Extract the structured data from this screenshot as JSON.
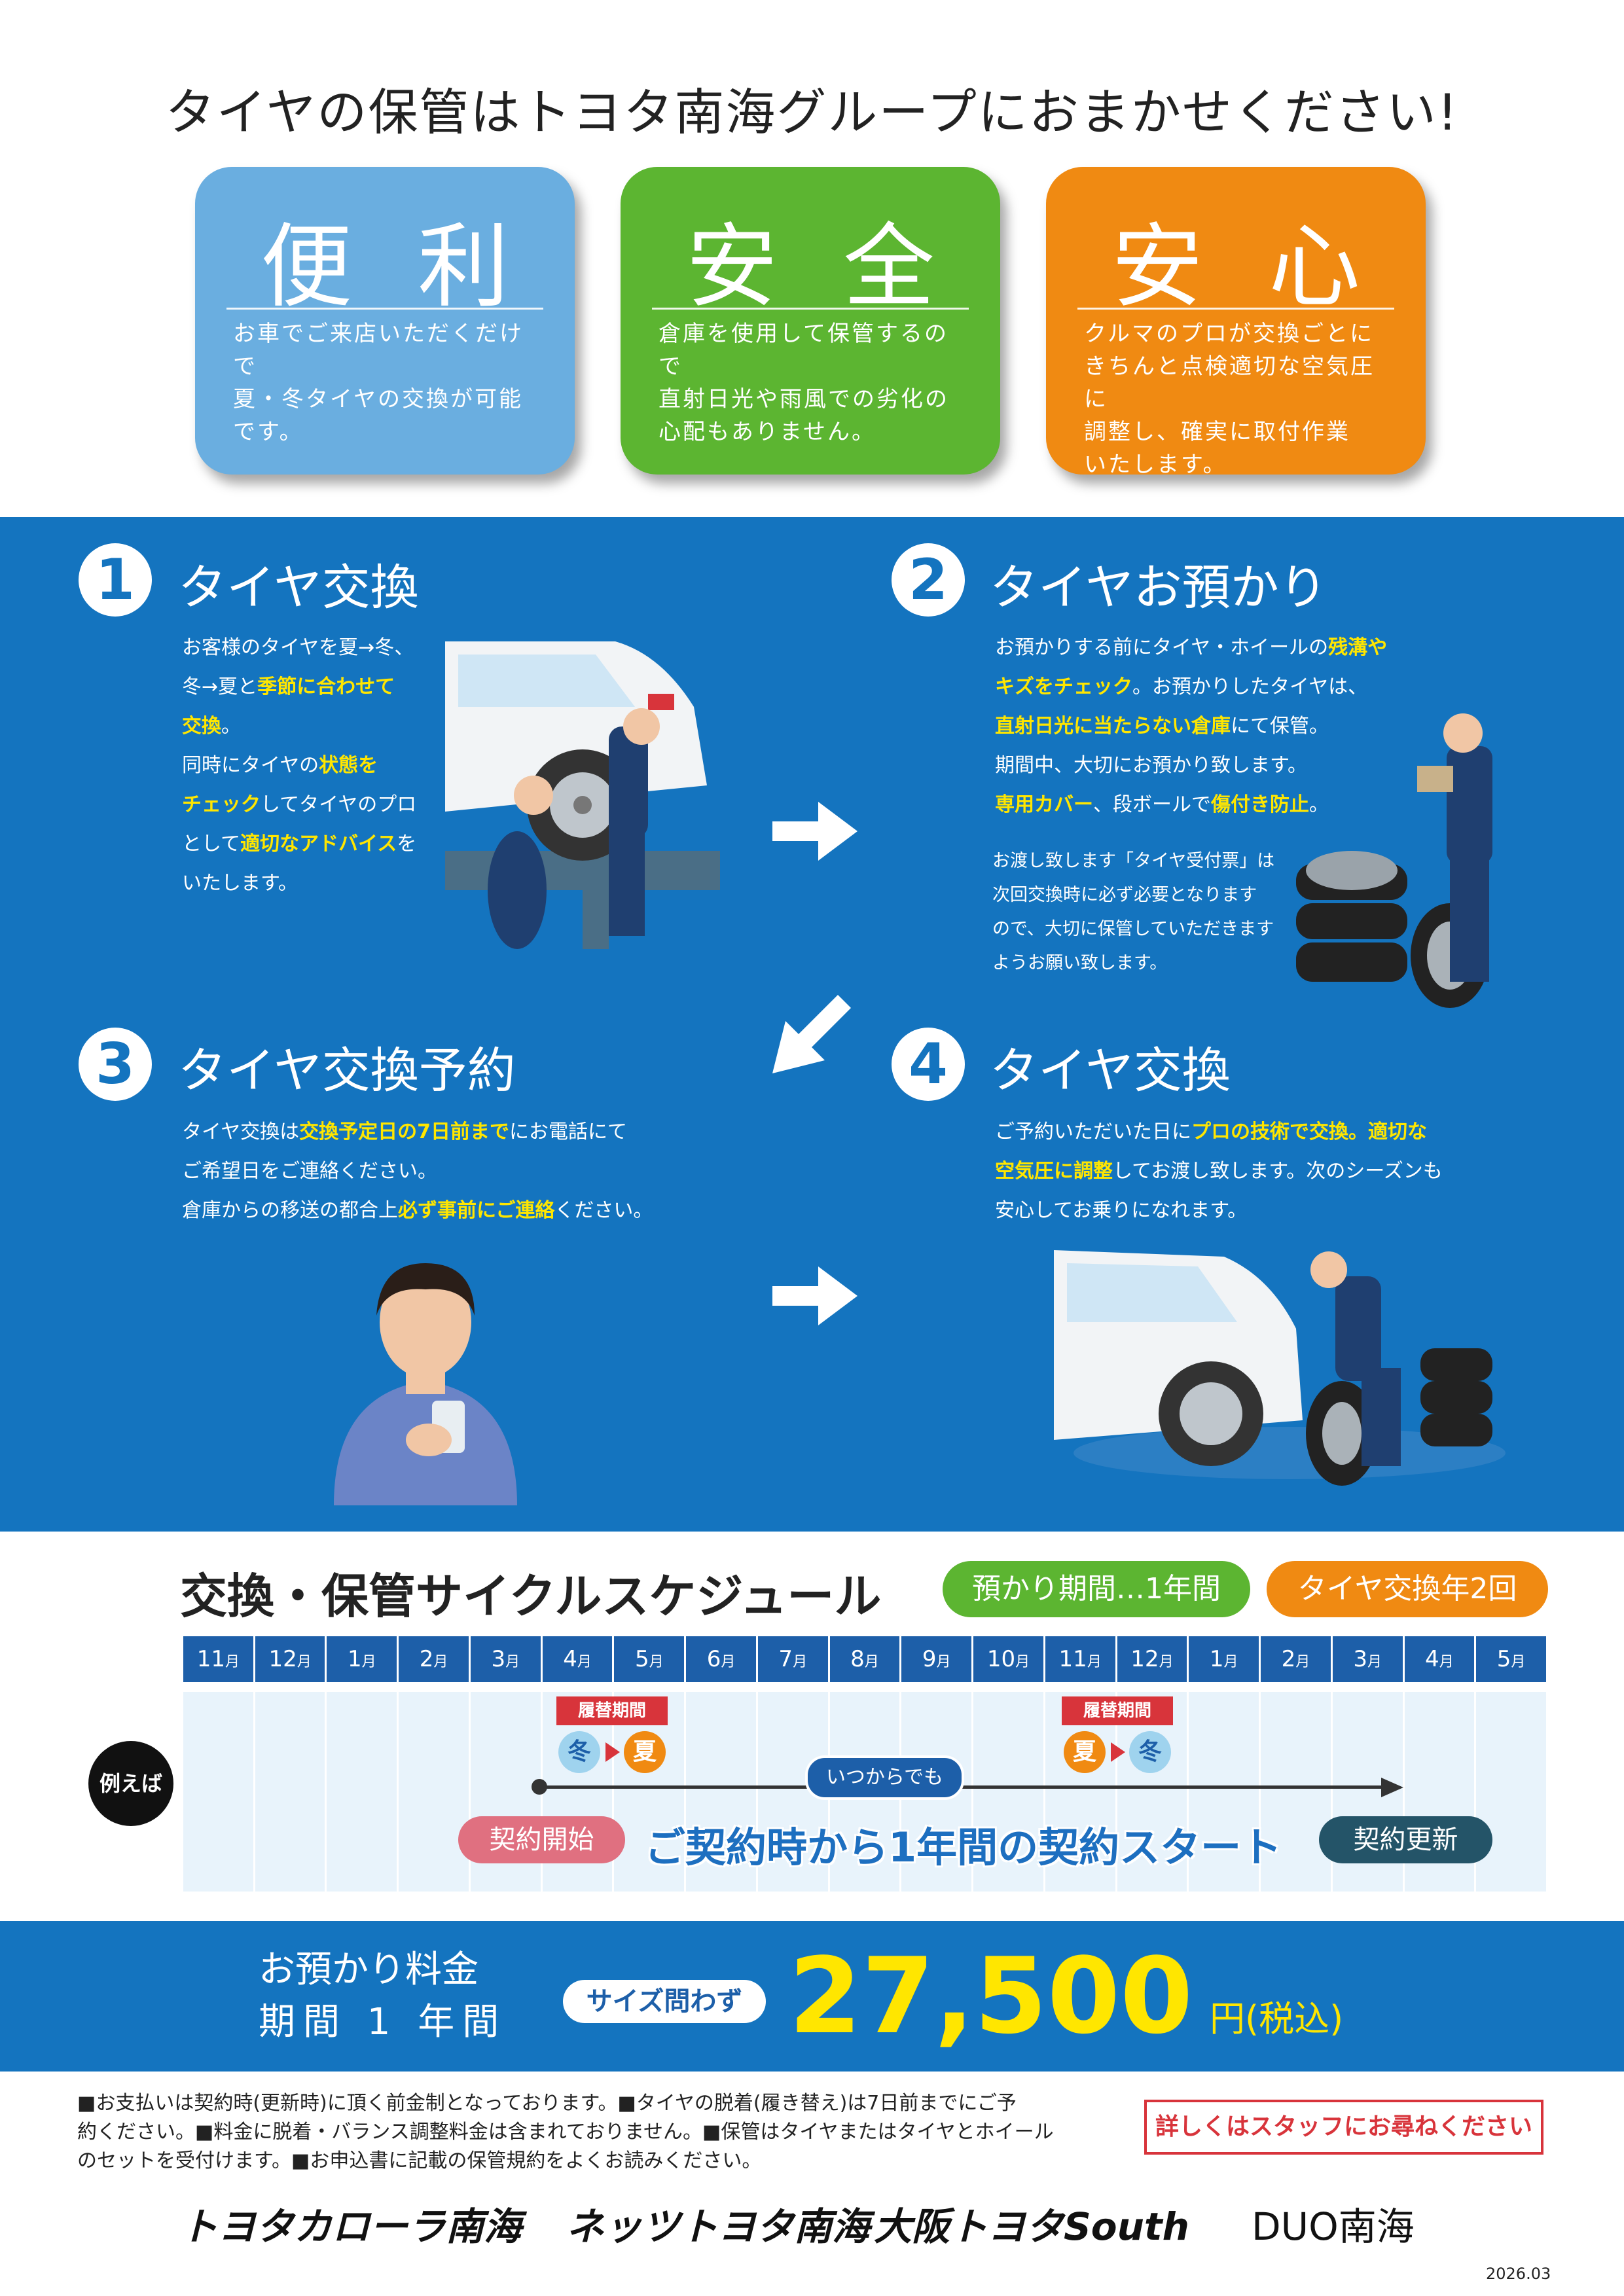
{
  "headline": "タイヤの保管はトヨタ南海グループにおまかせください!",
  "cards": [
    {
      "title": "便利",
      "desc1": "お車でご来店いただくだけで",
      "desc2": "夏・冬タイヤの交換が可能",
      "desc3": "です。",
      "desc4": "",
      "color": "#6aaee0"
    },
    {
      "title": "安全",
      "desc1": "倉庫を使用して保管するので",
      "desc2": "直射日光や雨風での劣化の",
      "desc3": "心配もありません。",
      "desc4": "",
      "color": "#5cb531"
    },
    {
      "title": "安心",
      "desc1": "クルマのプロが交換ごとに",
      "desc2": "きちんと点検適切な空気圧に",
      "desc3": "調整し、確実に取付作業",
      "desc4": "いたします。",
      "color": "#f08a12"
    }
  ],
  "steps": {
    "s1": {
      "num": "1",
      "title": "タイヤ交換",
      "l1a": "お客様のタイヤを夏→冬、",
      "l2a": "冬→夏と",
      "l2b": "季節に合わせて",
      "l3a": "",
      "l3b": "交換",
      "l3c": "。",
      "l4a": "同時にタイヤの",
      "l4b": "状態を",
      "l5a": "",
      "l5b": "チェック",
      "l5c": "してタイヤのプロ",
      "l6a": "として",
      "l6b": "適切なアドバイス",
      "l6c": "を",
      "l7a": "いたします。"
    },
    "s2": {
      "num": "2",
      "title": "タイヤお預かり",
      "l1a": "お預かりする前にタイヤ・ホイールの",
      "l1b": "残溝や",
      "l2a": "",
      "l2b": "キズをチェック",
      "l2c": "。お預かりしたタイヤは、",
      "l3a": "",
      "l3b": "直射日光に当たらない倉庫",
      "l3c": "にて保管。",
      "l4a": "期間中、大切にお預かり致します。",
      "l5a": "",
      "l5b": "専用カバー",
      "l5c": "、段ボールで",
      "l5d": "傷付き防止",
      "l5e": "。",
      "n1": "お渡し致します「タイヤ受付票」は",
      "n2": "次回交換時に必ず必要となります",
      "n3": "ので、大切に保管していただきます",
      "n4": "ようお願い致します。"
    },
    "s3": {
      "num": "3",
      "title": "タイヤ交換予約",
      "l1a": "タイヤ交換は",
      "l1b": "交換予定日の7日前まで",
      "l1c": "にお電話にて",
      "l2a": "ご希望日をご連絡ください。",
      "l3a": "倉庫からの移送の都合上",
      "l3b": "必ず事前にご連絡",
      "l3c": "ください。"
    },
    "s4": {
      "num": "4",
      "title": "タイヤ交換",
      "l1a": "ご予約いただいた日に",
      "l1b": "プロの技術で交換。適切な",
      "l2a": "",
      "l2b": "空気圧に調整",
      "l2c": "してお渡し致します。次のシーズンも",
      "l3a": "安心してお乗りになれます。"
    }
  },
  "schedule": {
    "title": "交換・保管サイクルスケジュール",
    "pill1": "預かり期間…1年間",
    "pill2": "タイヤ交換年2回",
    "months": [
      {
        "n": "11",
        "u": "月"
      },
      {
        "n": "12",
        "u": "月"
      },
      {
        "n": "1",
        "u": "月"
      },
      {
        "n": "2",
        "u": "月"
      },
      {
        "n": "3",
        "u": "月"
      },
      {
        "n": "4",
        "u": "月"
      },
      {
        "n": "5",
        "u": "月"
      },
      {
        "n": "6",
        "u": "月"
      },
      {
        "n": "7",
        "u": "月"
      },
      {
        "n": "8",
        "u": "月"
      },
      {
        "n": "9",
        "u": "月"
      },
      {
        "n": "10",
        "u": "月"
      },
      {
        "n": "11",
        "u": "月"
      },
      {
        "n": "12",
        "u": "月"
      },
      {
        "n": "1",
        "u": "月"
      },
      {
        "n": "2",
        "u": "月"
      },
      {
        "n": "3",
        "u": "月"
      },
      {
        "n": "4",
        "u": "月"
      },
      {
        "n": "5",
        "u": "月"
      }
    ],
    "example": "例えば",
    "swap_label": "履替期間",
    "winter": "冬",
    "summer": "夏",
    "anytime": "いつからでも",
    "start": "契約開始",
    "renew": "契約更新",
    "banner": "ご契約時から1年間の契約スタート"
  },
  "price": {
    "label1": "お預かり料金",
    "label2": "期間 1 年間",
    "badge": "サイズ問わず",
    "amount": "27,500",
    "unit": "円(税込)"
  },
  "notes": {
    "line1": "■お支払いは契約時(更新時)に頂く前金制となっております。■タイヤの脱着(履き替え)は7日前までにご予",
    "line2": "約ください。■料金に脱着・バランス調整料金は含まれておりません。■保管はタイヤまたはタイヤとホイール",
    "line3": "のセットを受付けます。■お申込書に記載の保管規約をよくお読みください。",
    "staff": "詳しくはスタッフにお尋ねください"
  },
  "logos": [
    "トヨタカローラ南海",
    "ネッツトヨタ南海",
    "大阪トヨタSouth",
    "DUO南海"
  ],
  "date": "2026.03"
}
